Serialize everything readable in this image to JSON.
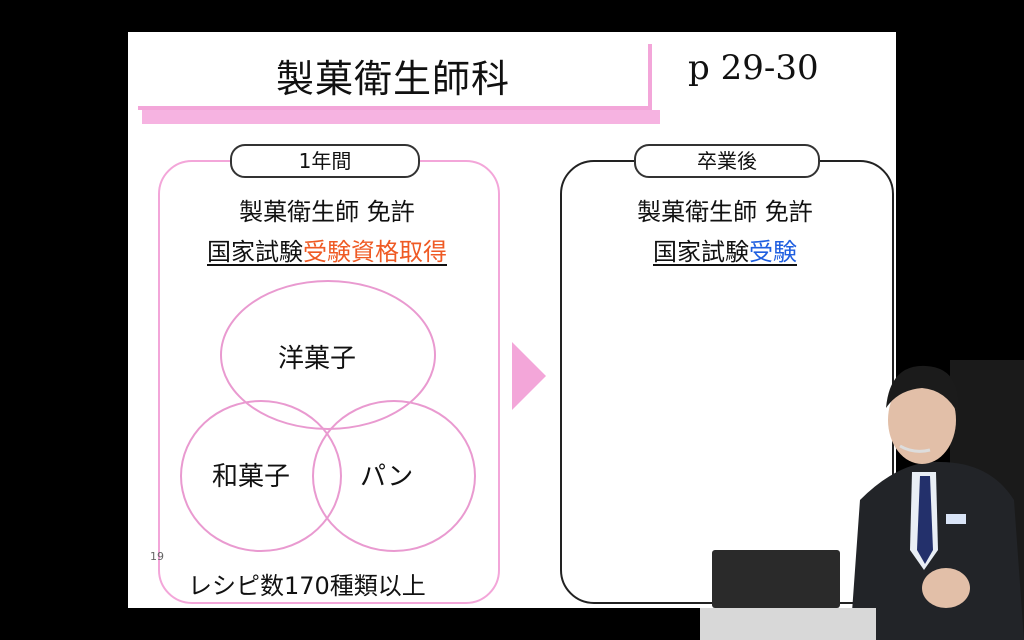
{
  "slide": {
    "title": "製菓衛生師科",
    "page_ref": "p 29-30",
    "page_number": "19",
    "left_panel": {
      "pill": "1年間",
      "line1": "製菓衛生師 免許",
      "line2_prefix": "国家試験",
      "line2_highlight": "受験資格取得",
      "circles": [
        "洋菓子",
        "和菓子",
        "パン"
      ],
      "footer": "レシピ数170種類以上"
    },
    "right_panel": {
      "pill": "卒業後",
      "line1": "製菓衛生師 免許",
      "line2_prefix": "国家試験",
      "line2_highlight": "受験"
    },
    "colors": {
      "accent_pink": "#f3a6d9",
      "orange": "#ef5a24",
      "blue": "#1f5fe0"
    }
  },
  "presenter": {
    "icon": "presenter-webcam-overlay"
  }
}
